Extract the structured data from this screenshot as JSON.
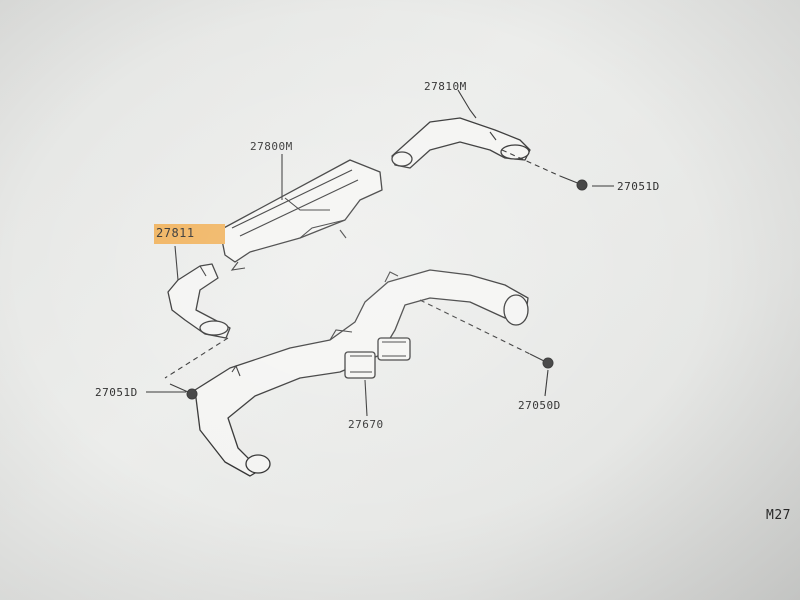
{
  "diagram": {
    "parts": {
      "p27811": "27811",
      "p27810m": "27810M",
      "p27800m": "27800M",
      "p27051d_right": "27051D",
      "p27051d_left": "27051D",
      "p27670": "27670",
      "p27050d": "27050D"
    },
    "page_code": "M27"
  },
  "colors": {
    "highlight": "#f0b15a",
    "line": "#2e2e2e",
    "background": "#e8e9e7"
  }
}
